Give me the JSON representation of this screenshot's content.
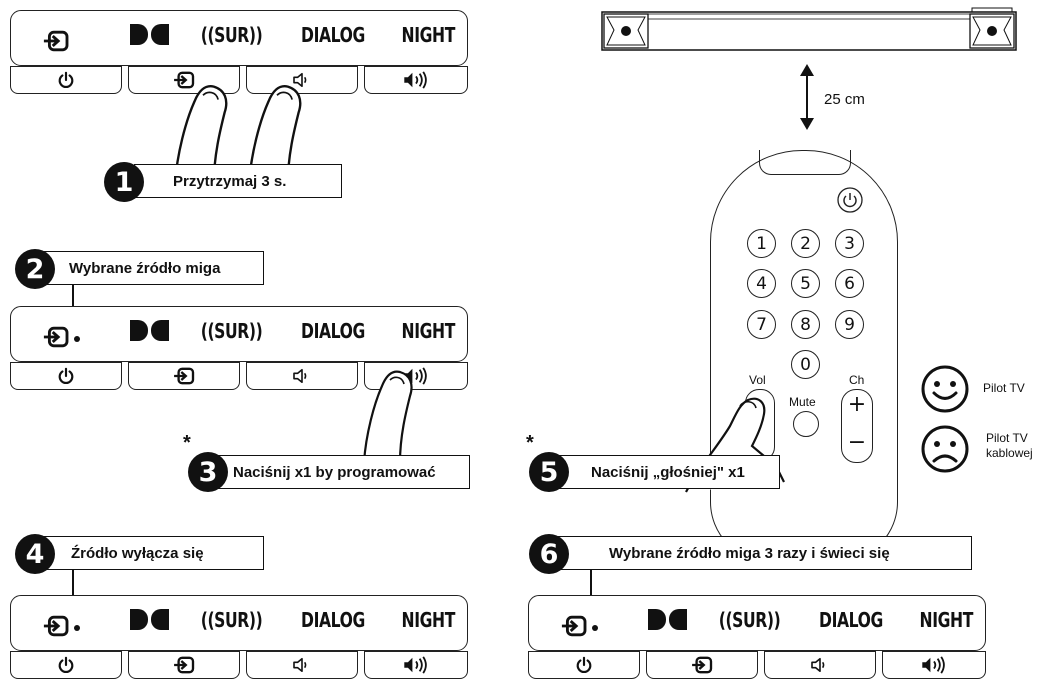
{
  "panel_labels": {
    "sur": "((SUR))",
    "dialog": "DIALOG",
    "night": "NIGHT"
  },
  "icons": [
    "input-icon",
    "dolby-logo",
    "power-icon",
    "volume-down-icon",
    "volume-up-icon",
    "hand-icon",
    "smiley-face-icon",
    "sad-face-icon",
    "soundbar-icon"
  ],
  "steps": {
    "s1": {
      "number": "1",
      "text": "Przytrzymaj 3 s."
    },
    "s2": {
      "number": "2",
      "text": "Wybrane źródło miga"
    },
    "s3": {
      "number": "3",
      "text": "Naciśnij x1 by programować",
      "asterisk": "*"
    },
    "s4": {
      "number": "4",
      "text": "Źródło wyłącza się"
    },
    "s5": {
      "number": "5",
      "text": "Naciśnij „głośniej\" x1",
      "asterisk": "*"
    },
    "s6": {
      "number": "6",
      "text": "Wybrane źródło miga 3 razy i świeci się"
    }
  },
  "distance": "25 cm",
  "remote": {
    "digits": [
      "1",
      "2",
      "3",
      "4",
      "5",
      "6",
      "7",
      "8",
      "9",
      "0"
    ],
    "vol": "Vol",
    "mute": "Mute",
    "ch": "Ch",
    "plus": "+",
    "minus": "−"
  },
  "legend": {
    "happy": "Pilot TV",
    "sad_line1": "Pilot TV",
    "sad_line2": "kablowej"
  }
}
